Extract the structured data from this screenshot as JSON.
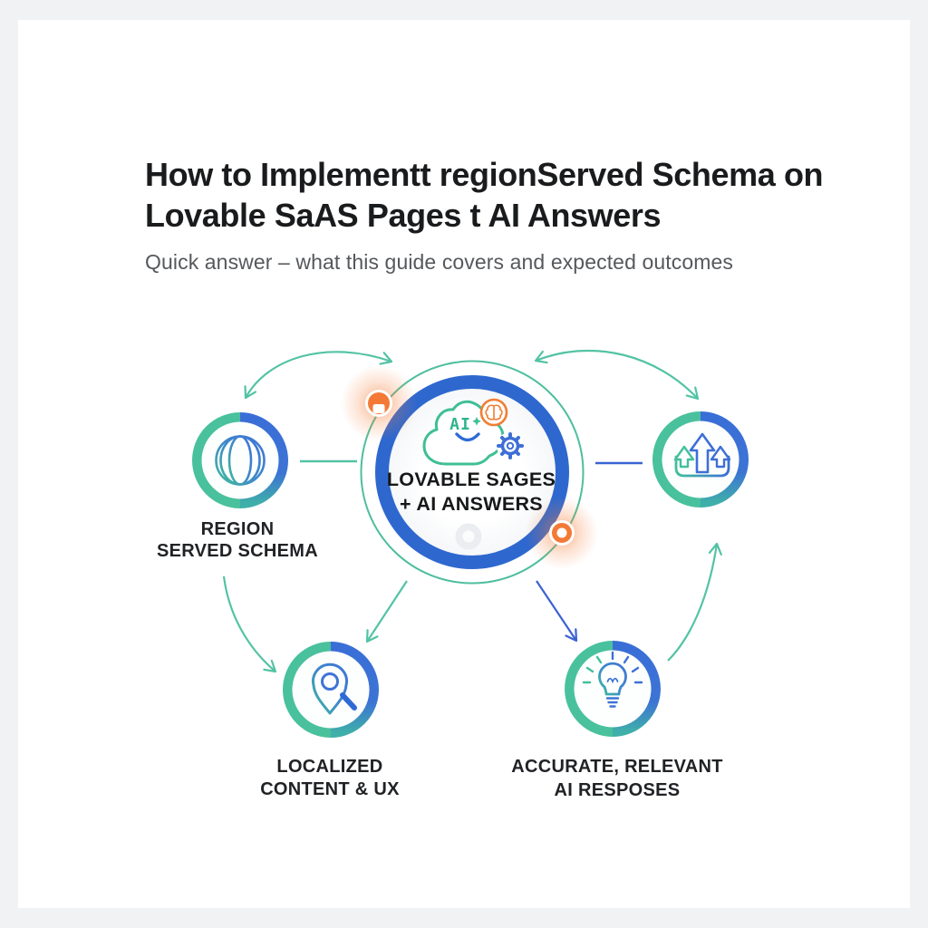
{
  "page": {
    "title_line1": "How to Implementt regionServed Schema on",
    "title_line2": "Lovable SaAS Pages t AI Answers",
    "subtitle": "Quick answer – what this guide covers and expected outcomes"
  },
  "colors": {
    "teal": "#4AC39D",
    "blue": "#3A6ED7",
    "center_ring_blue": "#2E68CF",
    "orange": "#F37A36",
    "title_text": "#1A1B1D",
    "subtitle_text": "#55585C",
    "label_text": "#202225"
  },
  "diagram": {
    "center_node": {
      "icon": "ai-cloud-brain-gear-icon",
      "icon_text": "AI",
      "label_line1": "LOVABLE SAGES",
      "label_line2": "+ AI ANSWERS"
    },
    "nodes": [
      {
        "id": "region-served-schema",
        "icon": "globe-icon",
        "label_line1": "REGION",
        "label_line2": "SERVED SCHEMA"
      },
      {
        "id": "growth-arrows",
        "icon": "growth-arrows-icon",
        "label_line1": "",
        "label_line2": ""
      },
      {
        "id": "localized-content-ux",
        "icon": "map-pin-search-icon",
        "label_line1": "LOCALIZED",
        "label_line2": "CONTENT & UX"
      },
      {
        "id": "accurate-ai-responses",
        "icon": "lightbulb-icon",
        "label_line1": "ACCURATE, RELEVANT",
        "label_line2": "AI RESPOSES"
      }
    ]
  }
}
